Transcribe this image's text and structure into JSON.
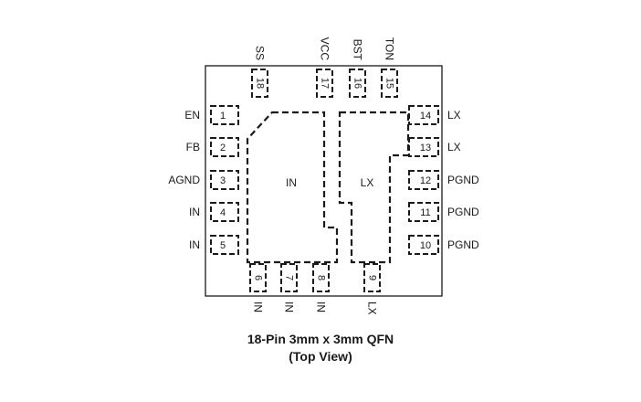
{
  "caption": {
    "line1": "18-Pin 3mm x 3mm QFN",
    "line2": "(Top View)"
  },
  "pads": {
    "in": "IN",
    "lx": "LX"
  },
  "pins": {
    "left": [
      {
        "num": "1",
        "label": "EN"
      },
      {
        "num": "2",
        "label": "FB"
      },
      {
        "num": "3",
        "label": "AGND"
      },
      {
        "num": "4",
        "label": "IN"
      },
      {
        "num": "5",
        "label": "IN"
      }
    ],
    "right": [
      {
        "num": "14",
        "label": "LX"
      },
      {
        "num": "13",
        "label": "LX"
      },
      {
        "num": "12",
        "label": "PGND"
      },
      {
        "num": "11",
        "label": "PGND"
      },
      {
        "num": "10",
        "label": "PGND"
      }
    ],
    "top": [
      {
        "num": "18",
        "label": "SS"
      },
      {
        "num": "17",
        "label": "VCC"
      },
      {
        "num": "16",
        "label": "BST"
      },
      {
        "num": "15",
        "label": "TON"
      }
    ],
    "bottom": [
      {
        "num": "6",
        "label": "IN"
      },
      {
        "num": "7",
        "label": "IN"
      },
      {
        "num": "8",
        "label": "IN"
      },
      {
        "num": "9",
        "label": "LX"
      }
    ]
  }
}
